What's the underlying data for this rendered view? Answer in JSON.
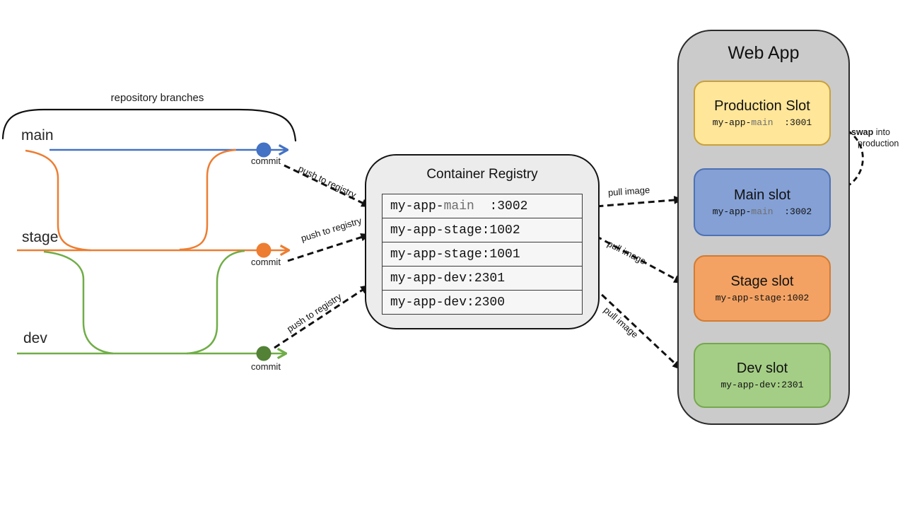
{
  "repo": {
    "brace_label": "repository branches",
    "branches": [
      {
        "name": "main",
        "commit_label": "commit",
        "line_color": "#4472C4",
        "dot_color": "#4472C4"
      },
      {
        "name": "stage",
        "commit_label": "commit",
        "line_color": "#ED7D31",
        "dot_color": "#ED7D31"
      },
      {
        "name": "dev",
        "commit_label": "commit",
        "line_color": "#70AD47",
        "dot_color": "#538135"
      }
    ]
  },
  "arrows": {
    "push": [
      {
        "label": "push to registry"
      },
      {
        "label": "push to registry"
      },
      {
        "label": "push to registry"
      }
    ],
    "pull": [
      {
        "label": "pull image"
      },
      {
        "label": "pull image"
      },
      {
        "label": "pull image"
      }
    ],
    "swap": {
      "emphasis": "swap",
      "rest": " into",
      "line2": "production"
    }
  },
  "registry": {
    "title": "Container Registry",
    "rows": [
      {
        "pre": "my-app-",
        "mid": "main",
        "post": "  :3002"
      },
      {
        "pre": "my-app-stage:1002",
        "mid": "",
        "post": ""
      },
      {
        "pre": "my-app-stage:1001",
        "mid": "",
        "post": ""
      },
      {
        "pre": "my-app-dev:2301",
        "mid": "",
        "post": ""
      },
      {
        "pre": "my-app-dev:2300",
        "mid": "",
        "post": ""
      }
    ]
  },
  "webapp": {
    "title": "Web App",
    "slots": [
      {
        "title": "Production Slot",
        "pre": "my-app-",
        "mid": "main",
        "post": "  :3001",
        "fill": "#FFE699",
        "border": "#C9A13B"
      },
      {
        "title": "Main slot",
        "pre": "my-app-",
        "mid": "main",
        "post": "  :3002",
        "fill": "#84A0D5",
        "border": "#4D71B4"
      },
      {
        "title": "Stage slot",
        "pre": "my-app-stage:1002",
        "mid": "",
        "post": "",
        "fill": "#F3A263",
        "border": "#D27B33"
      },
      {
        "title": "Dev slot",
        "pre": "my-app-dev:2301",
        "mid": "",
        "post": "",
        "fill": "#A4CE86",
        "border": "#76A74F"
      }
    ]
  }
}
